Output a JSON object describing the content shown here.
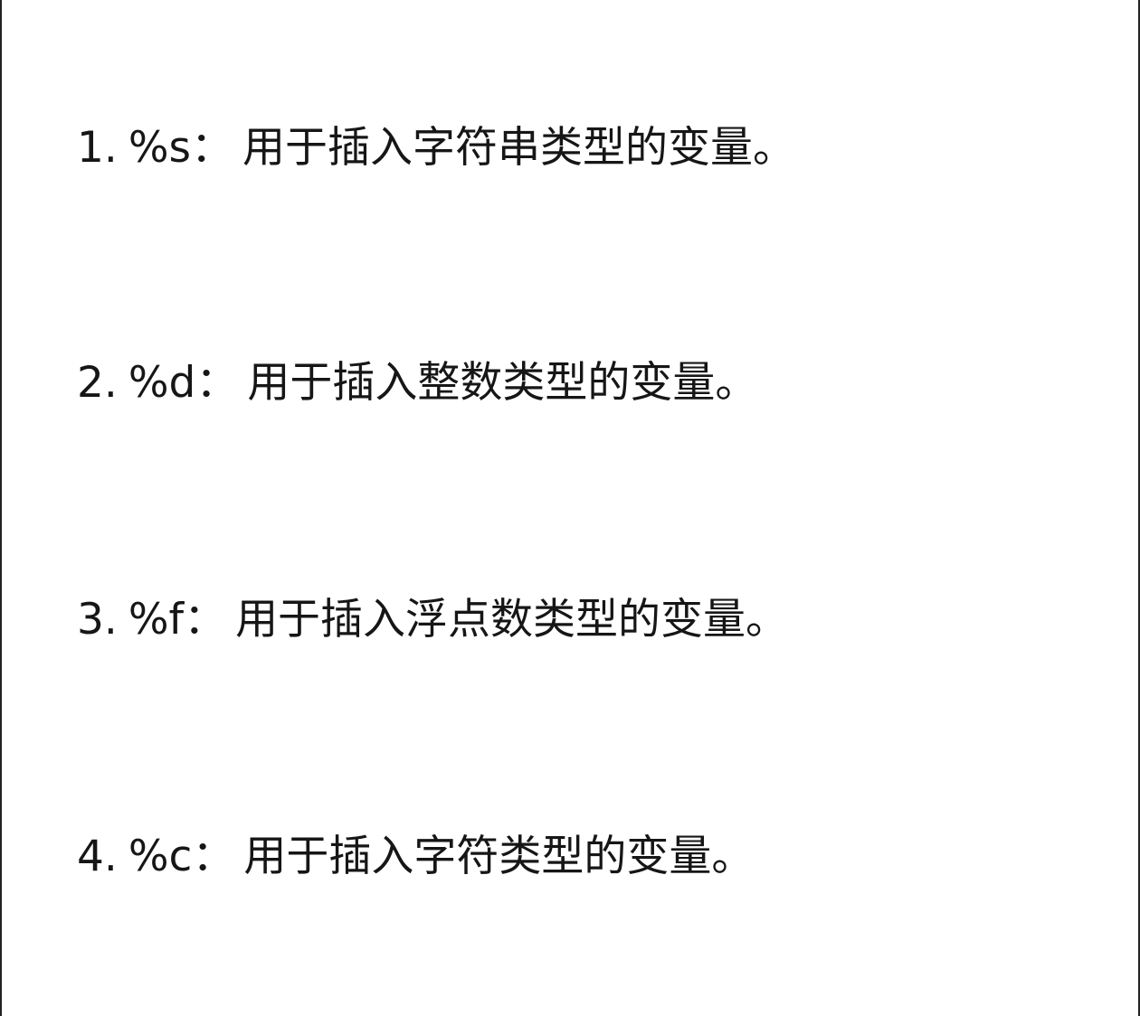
{
  "items": [
    {
      "number": "1.",
      "code": "%s",
      "separator": "：",
      "description": "用于插入字符串类型的变量。"
    },
    {
      "number": "2.",
      "code": "%d",
      "separator": "：",
      "description": "用于插入整数类型的变量。"
    },
    {
      "number": "3.",
      "code": "%f",
      "separator": "：",
      "description": "用于插入浮点数类型的变量。"
    },
    {
      "number": "4.",
      "code": "%c",
      "separator": "：",
      "description": "用于插入字符类型的变量。"
    }
  ]
}
